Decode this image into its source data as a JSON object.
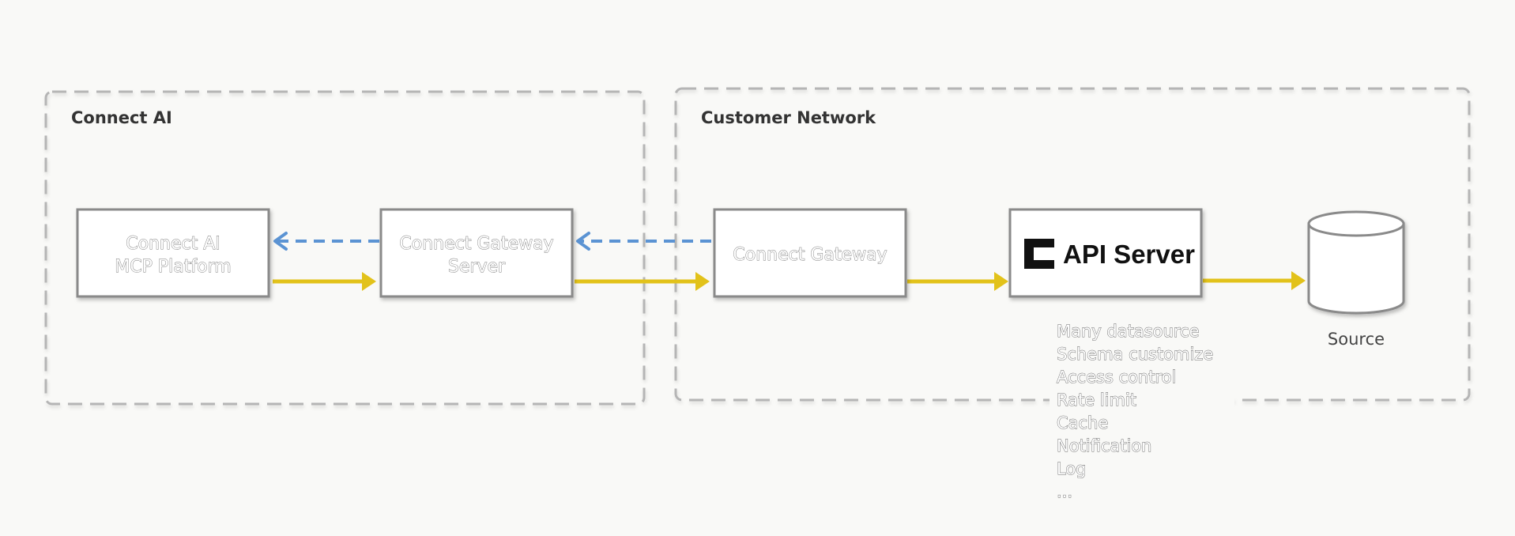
{
  "zones": {
    "connect_ai": {
      "title": "Connect AI"
    },
    "customer_network": {
      "title": "Customer Network"
    }
  },
  "nodes": {
    "mcp_platform": {
      "lines": [
        "Connect AI",
        "MCP Platform"
      ]
    },
    "gateway_server": {
      "lines": [
        "Connect Gateway",
        "Server"
      ]
    },
    "gateway": {
      "lines": [
        "Connect Gateway"
      ]
    },
    "api_server": {
      "label": "API Server",
      "icon": "c-bracket-logo-icon"
    },
    "source": {
      "label": "Source",
      "icon": "database-cylinder-icon"
    }
  },
  "api_server_features": [
    "Many datasource",
    "Schema customize",
    "Access control",
    "Rate limit",
    "Cache",
    "Notification",
    "Log",
    "..."
  ],
  "colors": {
    "request_arrow": "#e2c21a",
    "response_arrow": "#5b93d3",
    "zone_border": "#b5b5b5",
    "box_border": "#8a8a8a",
    "background": "#f9f9f7"
  }
}
